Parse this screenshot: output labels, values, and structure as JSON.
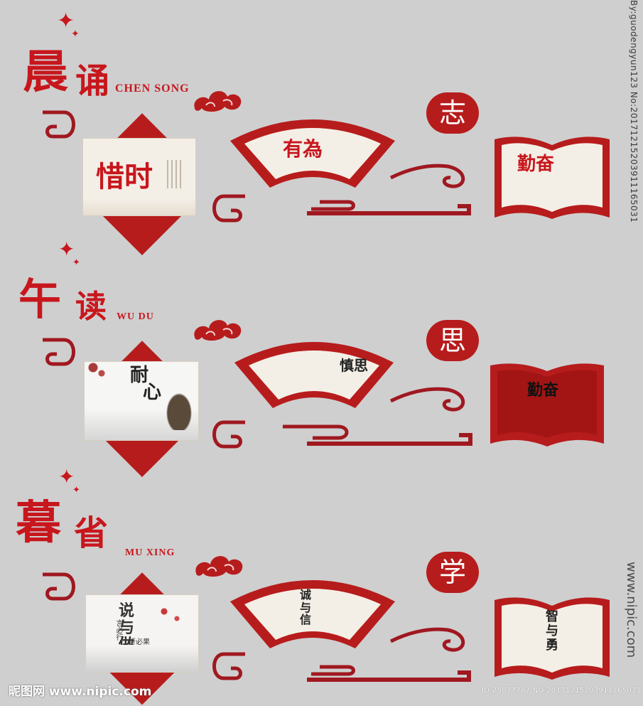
{
  "sections": [
    {
      "title_a": "晨",
      "title_b": "诵",
      "latin": "CHEN SONG",
      "left_panel": "惜时",
      "fan_panel": "有為",
      "badge": "志",
      "book_panel": "勤奋"
    },
    {
      "title_a": "午",
      "title_b": "读",
      "latin": "WU DU",
      "left_panel_a": "耐",
      "left_panel_b": "心",
      "fan_panel": "慎思",
      "badge": "思",
      "book_panel": "勤奋"
    },
    {
      "title_a": "暮",
      "title_b": "省",
      "latin": "MU XING",
      "left_panel": "说与做",
      "left_panel_sub1": "言必行",
      "left_panel_sub2": "行必果",
      "fan_panel": "诚与信",
      "badge": "学",
      "book_panel": "智与勇"
    }
  ],
  "watermark_top_right": "By:guodengyun123 No:20171215203911165031",
  "watermark_bottom_right": "www.nipic.com",
  "footer_left": "昵图网 www.nipic.com",
  "footer_right": "ID:25877787 NO:20171215203911165031",
  "colors": {
    "accent": "#c8161d",
    "background": "#cfcfcf",
    "panel": "#f4efe6"
  }
}
